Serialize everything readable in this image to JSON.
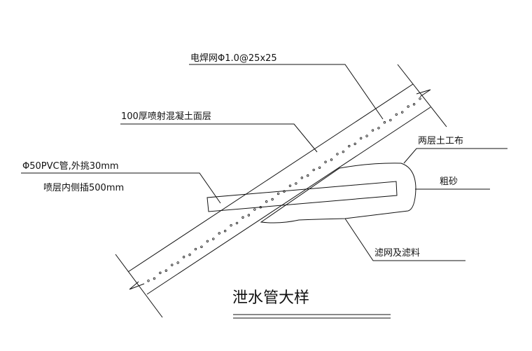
{
  "labels": {
    "mesh": "电焊网Φ1.0@25x25",
    "shotcrete": "100厚喷射混凝土面层",
    "pipe_line1": "Φ50PVC管,外挑30mm",
    "pipe_line2": "喷层内侧插500mm",
    "geotextile": "两层土工布",
    "sand": "粗砂",
    "filter": "滤网及滤料"
  },
  "title": "泄水管大样",
  "colors": {
    "line": "#111111",
    "background": "#ffffff"
  }
}
